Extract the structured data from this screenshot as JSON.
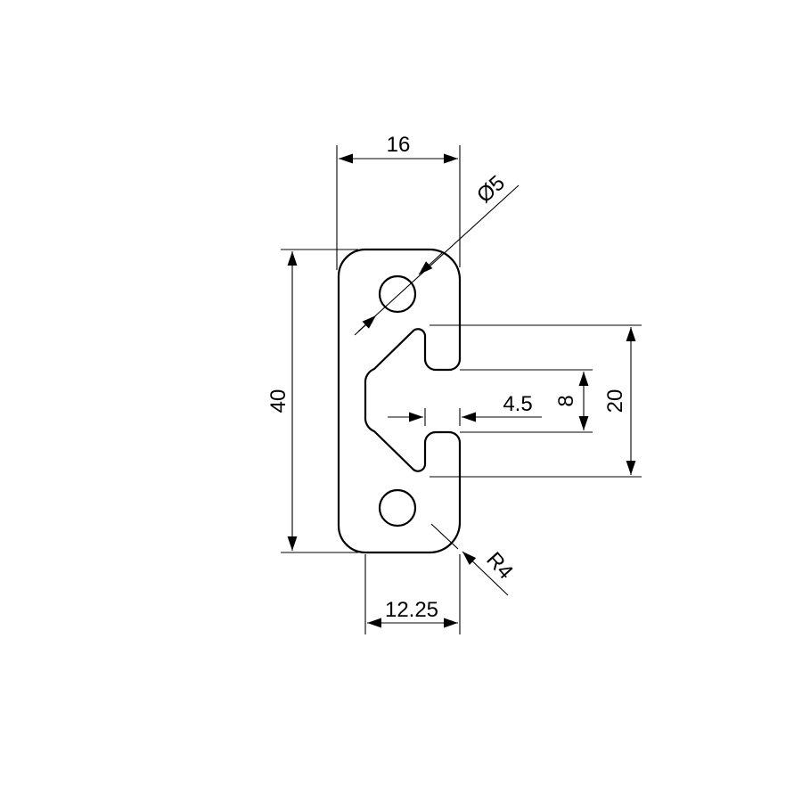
{
  "dimensions": {
    "width_overall": "16",
    "hole_diameter": "Ø5",
    "height_overall": "40",
    "slot_depth": "4.5",
    "slot_opening": "8",
    "slot_span": "20",
    "fillet_radius": "R4",
    "width_inner": "12.25"
  },
  "colors": {
    "line": "#000000",
    "background": "#ffffff"
  }
}
